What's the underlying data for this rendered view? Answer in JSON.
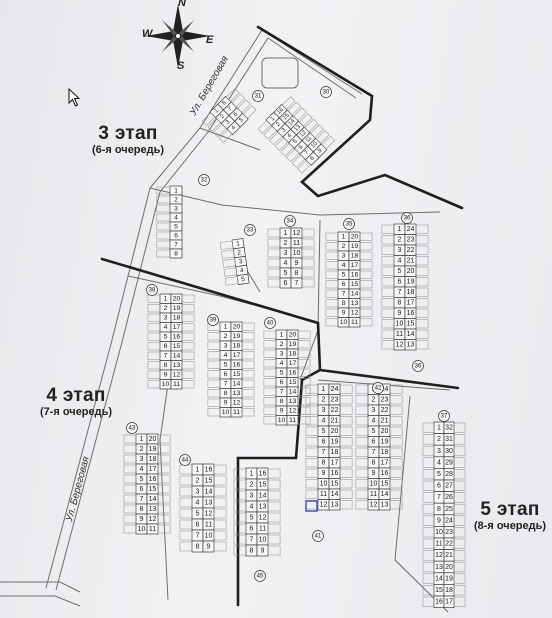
{
  "stages": [
    {
      "title": "3 этап",
      "subtitle": "(6-я очередь)"
    },
    {
      "title": "4 этап",
      "subtitle": "(7-я очередь)"
    },
    {
      "title": "5 этап",
      "subtitle": "(8-я очередь)"
    }
  ],
  "streets": [
    "Ул. Береговая",
    "Ул. Береговая"
  ],
  "compass": {
    "n": "N",
    "s": "S",
    "e": "E",
    "w": "W"
  },
  "blocks": [
    {
      "id": "31",
      "lots": [
        [
          1,
          8
        ],
        [
          2,
          7
        ],
        [
          3,
          6
        ],
        [
          4,
          5
        ]
      ]
    },
    {
      "id": "30",
      "lots": [
        [
          1,
          16
        ],
        [
          2,
          15
        ],
        [
          3,
          14
        ],
        [
          4,
          13
        ],
        [
          5,
          12
        ],
        [
          6,
          11
        ],
        [
          7,
          10
        ],
        [
          8,
          9
        ]
      ]
    },
    {
      "id": "32",
      "lots": [
        [
          1
        ],
        [
          2
        ],
        [
          3
        ],
        [
          4
        ],
        [
          5
        ],
        [
          6
        ],
        [
          7
        ],
        [
          8
        ]
      ]
    },
    {
      "id": "33",
      "lots": [
        [
          1
        ],
        [
          2
        ],
        [
          3
        ],
        [
          4
        ],
        [
          5
        ]
      ]
    },
    {
      "id": "34",
      "lots": [
        [
          1,
          12
        ],
        [
          2,
          11
        ],
        [
          3,
          10
        ],
        [
          4,
          9
        ],
        [
          5,
          8
        ],
        [
          6,
          7
        ]
      ]
    },
    {
      "id": "35",
      "lots": [
        [
          1,
          20
        ],
        [
          2,
          19
        ],
        [
          3,
          18
        ],
        [
          4,
          17
        ],
        [
          5,
          16
        ],
        [
          6,
          15
        ],
        [
          7,
          14
        ],
        [
          8,
          13
        ],
        [
          9,
          12
        ],
        [
          10,
          11
        ]
      ]
    },
    {
      "id": "36",
      "lots": [
        [
          1,
          24
        ],
        [
          2,
          23
        ],
        [
          3,
          22
        ],
        [
          4,
          21
        ],
        [
          5,
          20
        ],
        [
          6,
          19
        ],
        [
          7,
          18
        ],
        [
          8,
          17
        ],
        [
          9,
          16
        ],
        [
          10,
          15
        ],
        [
          11,
          14
        ],
        [
          12,
          13
        ]
      ]
    },
    {
      "id": "38",
      "lots": [
        [
          1,
          20
        ],
        [
          2,
          19
        ],
        [
          3,
          18
        ],
        [
          4,
          17
        ],
        [
          5,
          16
        ],
        [
          6,
          15
        ],
        [
          7,
          14
        ],
        [
          8,
          13
        ],
        [
          9,
          12
        ],
        [
          10,
          11
        ]
      ]
    },
    {
      "id": "39",
      "lots": [
        [
          1,
          20
        ],
        [
          2,
          19
        ],
        [
          3,
          18
        ],
        [
          4,
          17
        ],
        [
          5,
          16
        ],
        [
          6,
          15
        ],
        [
          7,
          14
        ],
        [
          8,
          13
        ],
        [
          9,
          12
        ],
        [
          10,
          11
        ]
      ]
    },
    {
      "id": "40",
      "lots": [
        [
          1,
          20
        ],
        [
          2,
          19
        ],
        [
          3,
          18
        ],
        [
          4,
          17
        ],
        [
          5,
          16
        ],
        [
          6,
          15
        ],
        [
          7,
          14
        ],
        [
          8,
          13
        ],
        [
          9,
          12
        ],
        [
          10,
          11
        ]
      ]
    },
    {
      "id": "41",
      "lots": [
        [
          1,
          24
        ],
        [
          2,
          23
        ],
        [
          3,
          22
        ],
        [
          4,
          21
        ],
        [
          5,
          20
        ],
        [
          6,
          19
        ],
        [
          7,
          18
        ],
        [
          8,
          17
        ],
        [
          9,
          16
        ],
        [
          10,
          15
        ],
        [
          11,
          14
        ],
        [
          12,
          13
        ]
      ]
    },
    {
      "id": "42",
      "lots": [
        [
          1,
          24
        ],
        [
          2,
          23
        ],
        [
          3,
          22
        ],
        [
          4,
          21
        ],
        [
          5,
          20
        ],
        [
          6,
          19
        ],
        [
          7,
          18
        ],
        [
          8,
          17
        ],
        [
          9,
          16
        ],
        [
          10,
          15
        ],
        [
          11,
          14
        ],
        [
          12,
          13
        ]
      ]
    },
    {
      "id": "43",
      "lots": [
        [
          1,
          20
        ],
        [
          2,
          19
        ],
        [
          3,
          18
        ],
        [
          4,
          17
        ],
        [
          5,
          16
        ],
        [
          6,
          15
        ],
        [
          7,
          14
        ],
        [
          8,
          13
        ],
        [
          9,
          12
        ],
        [
          10,
          11
        ]
      ]
    },
    {
      "id": "44",
      "lots": [
        [
          1,
          16
        ],
        [
          2,
          15
        ],
        [
          3,
          14
        ],
        [
          4,
          13
        ],
        [
          5,
          12
        ],
        [
          6,
          11
        ],
        [
          7,
          10
        ],
        [
          8,
          9
        ]
      ]
    },
    {
      "id": "45",
      "lots": [
        [
          1,
          16
        ],
        [
          2,
          15
        ],
        [
          3,
          14
        ],
        [
          4,
          13
        ],
        [
          5,
          12
        ],
        [
          6,
          11
        ],
        [
          7,
          10
        ],
        [
          8,
          9
        ]
      ]
    },
    {
      "id": "37",
      "lots": [
        [
          1,
          32
        ],
        [
          2,
          31
        ],
        [
          3,
          30
        ],
        [
          4,
          29
        ],
        [
          5,
          28
        ],
        [
          6,
          27
        ],
        [
          7,
          26
        ],
        [
          8,
          25
        ],
        [
          9,
          24
        ],
        [
          10,
          23
        ],
        [
          11,
          22
        ],
        [
          12,
          21
        ],
        [
          13,
          20
        ],
        [
          14,
          19
        ],
        [
          15,
          18
        ],
        [
          16,
          17
        ]
      ]
    }
  ]
}
